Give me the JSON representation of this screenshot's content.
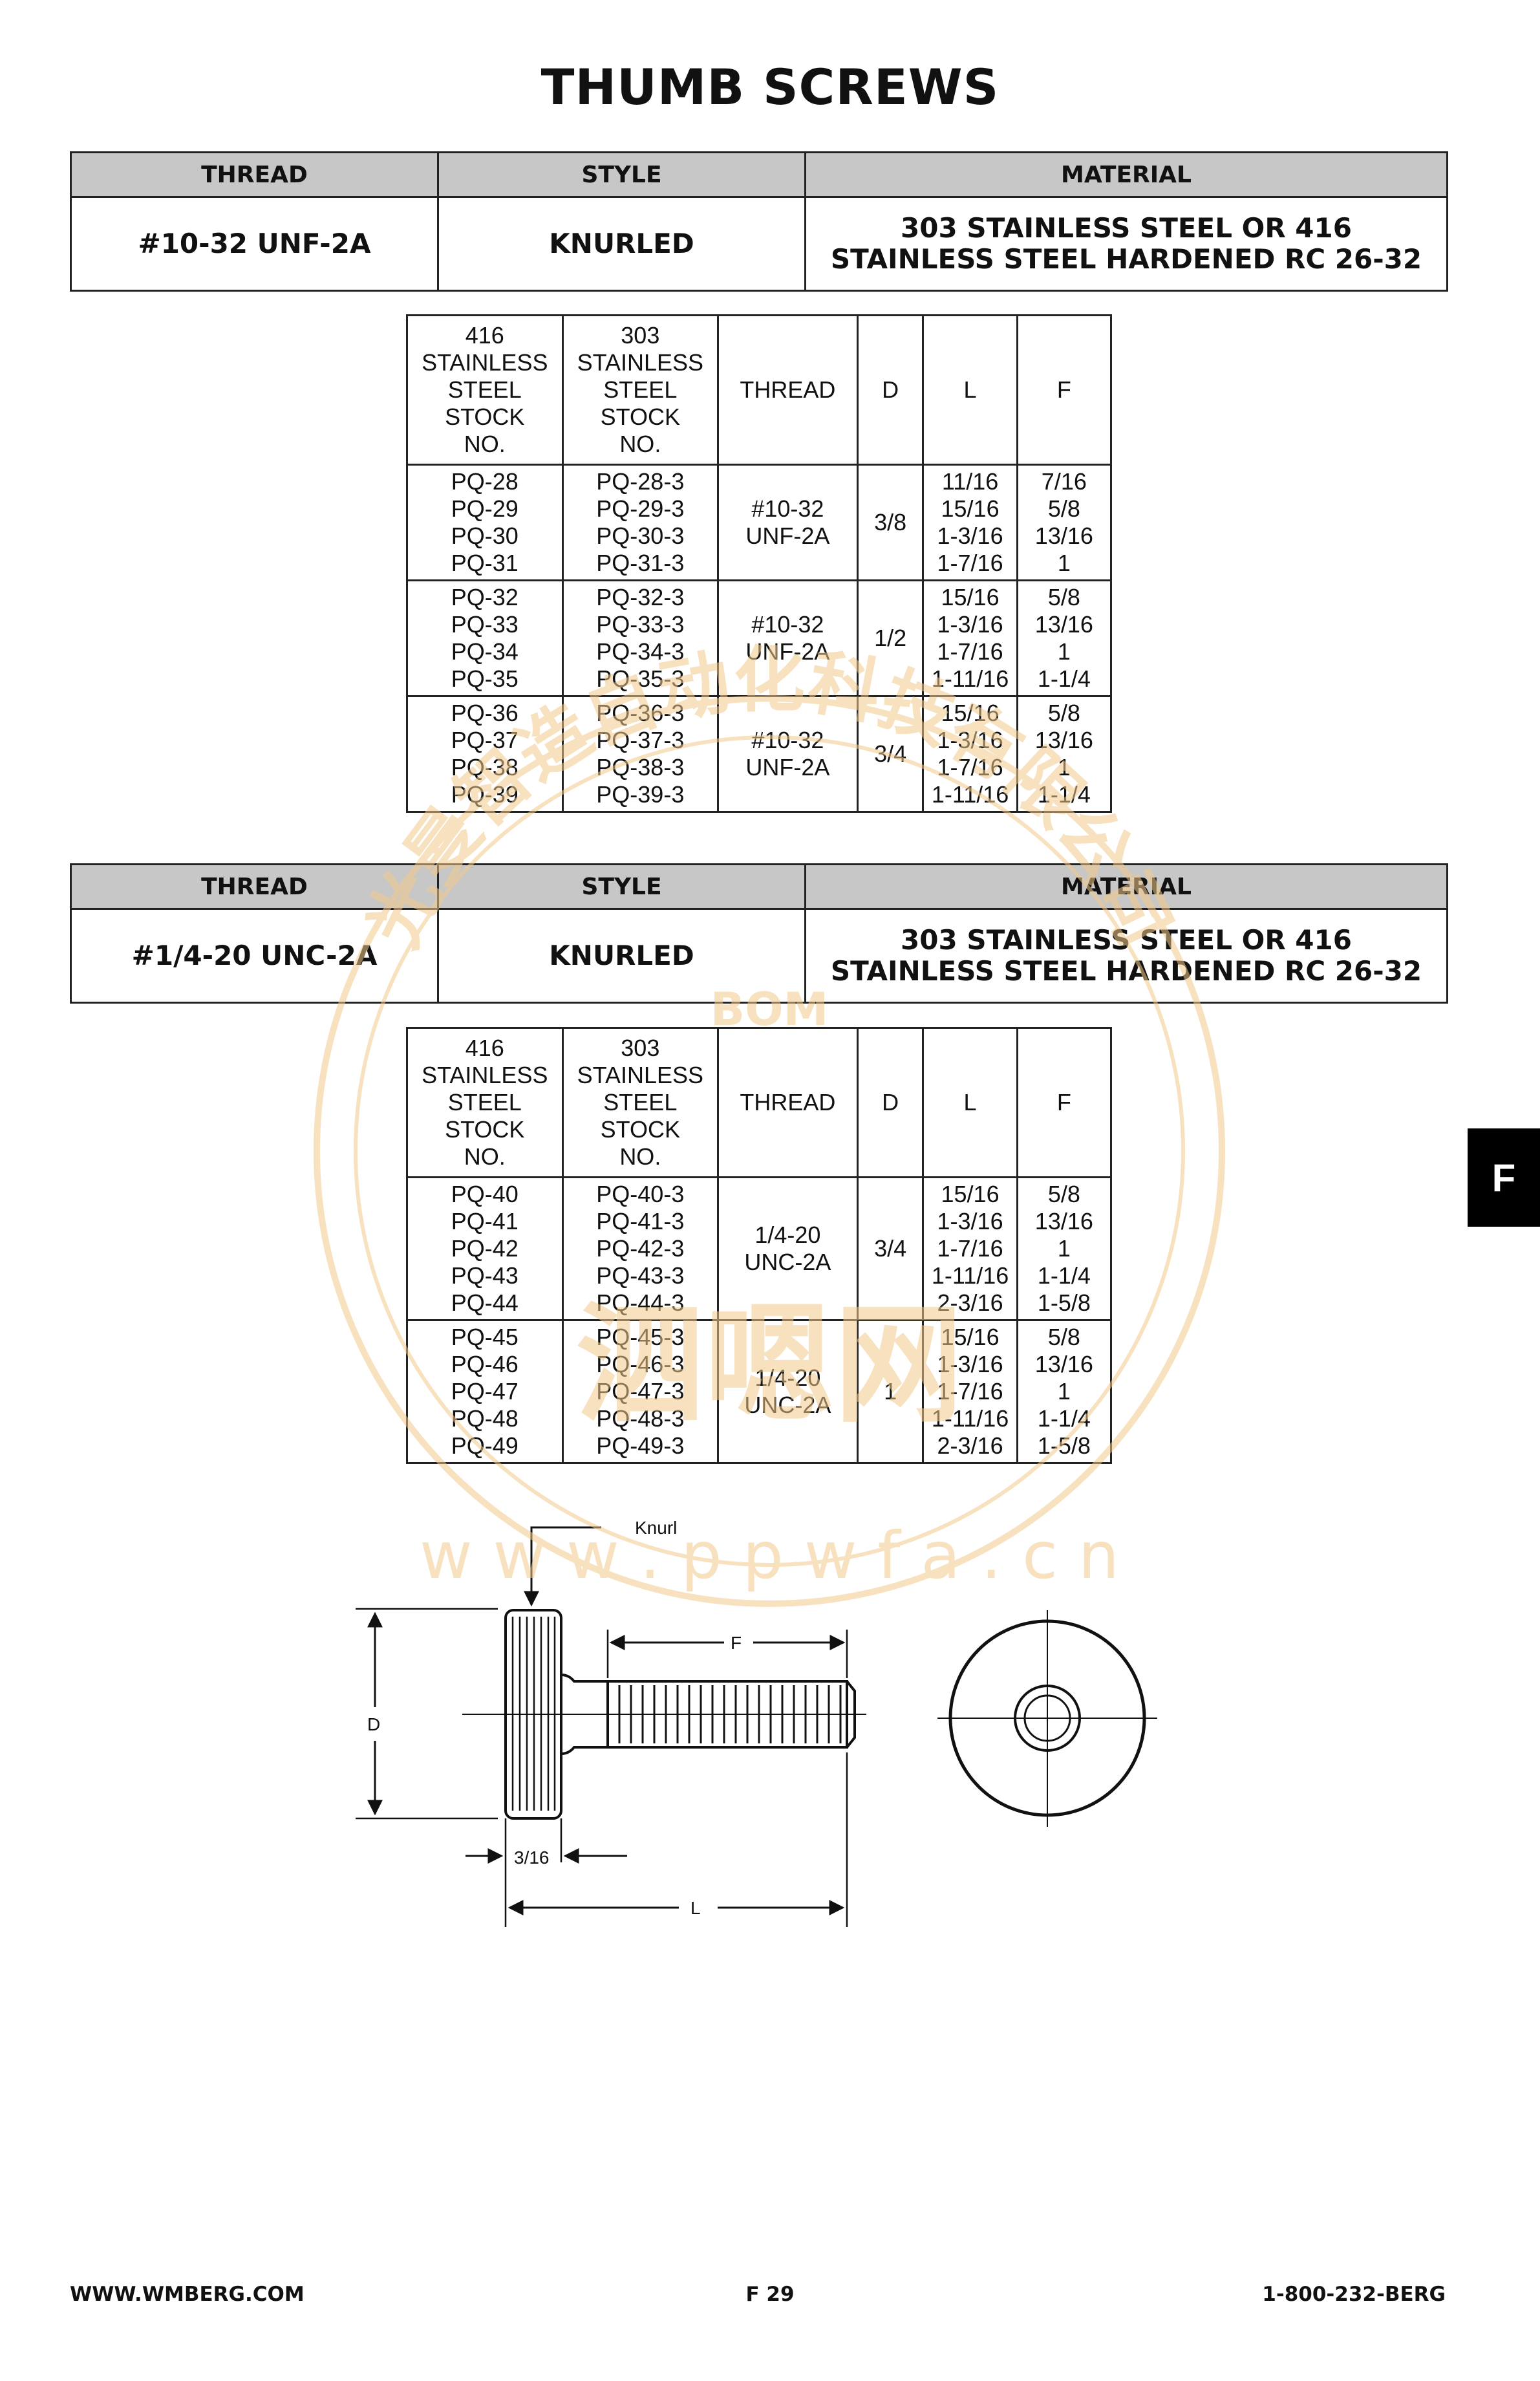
{
  "page": {
    "title": "THUMB SCREWS",
    "side_tab": "F",
    "footer": {
      "website": "WWW.WMBERG.COM",
      "page_number": "F 29",
      "phone": "1-800-232-BERG"
    }
  },
  "spec_tables": [
    {
      "headers": [
        "THREAD",
        "STYLE",
        "MATERIAL"
      ],
      "thread": "#10-32 UNF-2A",
      "style": "KNURLED",
      "material_line1": "303 STAINLESS STEEL OR 416",
      "material_line2": "STAINLESS STEEL HARDENED RC 26-32"
    },
    {
      "headers": [
        "THREAD",
        "STYLE",
        "MATERIAL"
      ],
      "thread": "#1/4-20 UNC-2A",
      "style": "KNURLED",
      "material_line1": "303 STAINLESS STEEL OR 416",
      "material_line2": "STAINLESS STEEL HARDENED RC 26-32"
    }
  ],
  "part_headers": [
    "416\nSTAINLESS\nSTEEL\nSTOCK\nNO.",
    "303\nSTAINLESS\nSTEEL\nSTOCK\nNO.",
    "THREAD",
    "D",
    "L",
    "F"
  ],
  "part_tables": [
    {
      "groups": [
        {
          "stock416": "PQ-28\nPQ-29\nPQ-30\nPQ-31",
          "stock303": "PQ-28-3\nPQ-29-3\nPQ-30-3\nPQ-31-3",
          "thread": "#10-32\nUNF-2A",
          "d": "3/8",
          "l": "11/16\n15/16\n1-3/16\n1-7/16",
          "f": "7/16\n5/8\n13/16\n1"
        },
        {
          "stock416": "PQ-32\nPQ-33\nPQ-34\nPQ-35",
          "stock303": "PQ-32-3\nPQ-33-3\nPQ-34-3\nPQ-35-3",
          "thread": "#10-32\nUNF-2A",
          "d": "1/2",
          "l": "15/16\n1-3/16\n1-7/16\n1-11/16",
          "f": "5/8\n13/16\n1\n1-1/4"
        },
        {
          "stock416": "PQ-36\nPQ-37\nPQ-38\nPQ-39",
          "stock303": "PQ-36-3\nPQ-37-3\nPQ-38-3\nPQ-39-3",
          "thread": "#10-32\nUNF-2A",
          "d": "3/4",
          "l": "15/16\n1-3/16\n1-7/16\n1-11/16",
          "f": "5/8\n13/16\n1\n1-1/4"
        }
      ]
    },
    {
      "groups": [
        {
          "stock416": "PQ-40\nPQ-41\nPQ-42\nPQ-43\nPQ-44",
          "stock303": "PQ-40-3\nPQ-41-3\nPQ-42-3\nPQ-43-3\nPQ-44-3",
          "thread": "1/4-20\nUNC-2A",
          "d": "3/4",
          "l": "15/16\n1-3/16\n1-7/16\n1-11/16\n2-3/16",
          "f": "5/8\n13/16\n1\n1-1/4\n1-5/8"
        },
        {
          "stock416": "PQ-45\nPQ-46\nPQ-47\nPQ-48\nPQ-49",
          "stock303": "PQ-45-3\nPQ-46-3\nPQ-47-3\nPQ-48-3\nPQ-49-3",
          "thread": "1/4-20\nUNC-2A",
          "d": "1",
          "l": "15/16\n1-3/16\n1-7/16\n1-11/16\n2-3/16",
          "f": "5/8\n13/16\n1\n1-1/4\n1-5/8"
        }
      ]
    }
  ],
  "diagram": {
    "knurl_label": "Knurl",
    "f_label": "F",
    "d_label": "D",
    "head_width_label": "3/16",
    "l_label": "L"
  },
  "watermark": {
    "text": "光曼智造自动化科技有限公司",
    "logo_text": "BOM",
    "url_text": "w w w . p p w f a . c n",
    "big_text": "泗嗯网",
    "color": "#f3c98a"
  }
}
